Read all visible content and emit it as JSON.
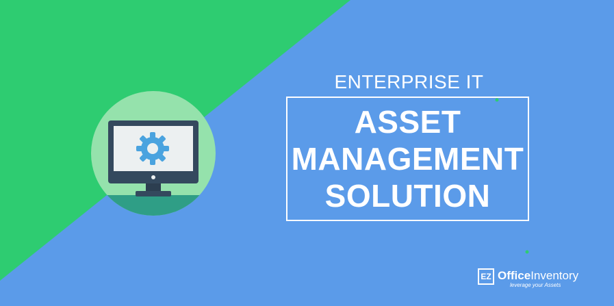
{
  "headline": {
    "eyebrow": "ENTERPRISE IT",
    "title_lines": [
      "ASSET",
      "MANAGEMENT",
      "SOLUTION"
    ]
  },
  "logo": {
    "mark": "EZ",
    "name_bold": "Office",
    "name_regular": "Inventory",
    "tagline": "leverage your Assets"
  },
  "illustration": {
    "icon": "monitor-gear-icon"
  },
  "colors": {
    "green": "#2ecc71",
    "blue": "#5b9be9",
    "circle": "#95e2ac",
    "monitor": "#34495e",
    "gear": "#4aa3df",
    "stand_base": "#2f9e86"
  }
}
